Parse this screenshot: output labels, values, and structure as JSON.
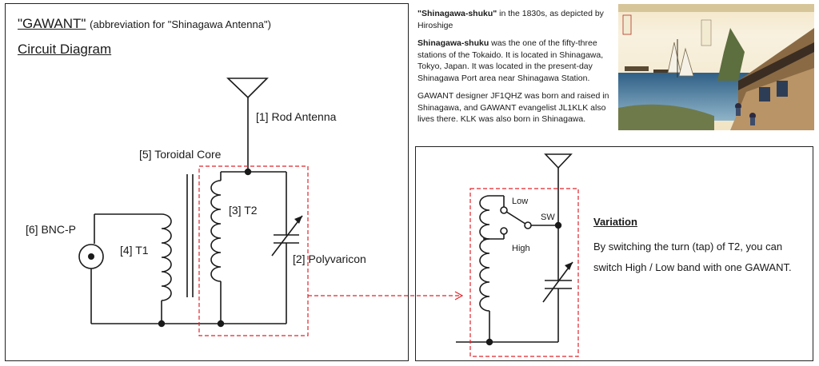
{
  "header": {
    "title": "\"GAWANT\"",
    "title_note": "(abbreviation for \"Shinagawa Antenna\")",
    "subtitle": "Circuit Diagram"
  },
  "circuit": {
    "labels": {
      "rod_antenna": "[1] Rod Antenna",
      "polyvaricon": "[2] Polyvaricon",
      "t2": "[3] T2",
      "t1": "[4] T1",
      "toroidal_core": "[5] Toroidal Core",
      "bnc": "[6] BNC-P"
    }
  },
  "info": {
    "caption_bold": "\"Shinagawa-shuku\"",
    "caption_rest": " in the 1830s, as depicted by Hiroshige",
    "para1_bold": "Shinagawa-shuku",
    "para1_rest": " was the one of the fifty-three stations of the Tokaido. It is located in Shinagawa, Tokyo, Japan. It was located in the present-day Shinagawa Port area near Shinagawa Station.",
    "para2": "GAWANT designer JF1QHZ was born and raised in Shinagawa, and GAWANT evangelist JL1KLK also lives there. KLK was also born in Shinagawa."
  },
  "variation": {
    "title": "Variation",
    "text": "By switching the turn (tap) of T2, you can switch High / Low band with one GAWANT.",
    "low_label": "Low",
    "high_label": "High",
    "sw_label": "SW"
  },
  "colors": {
    "line": "#1a1a1a",
    "highlight": "#e0242b"
  }
}
